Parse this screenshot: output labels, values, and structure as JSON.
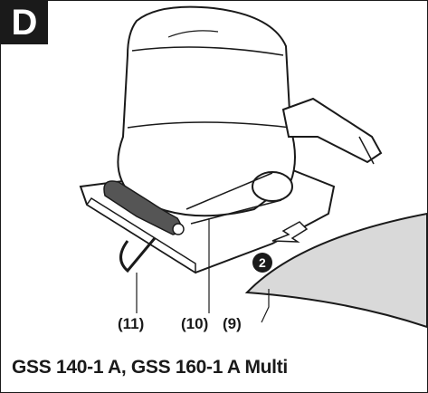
{
  "figure": {
    "badge": "D",
    "caption": "GSS 140-1 A, GSS 160-1 A Multi",
    "callouts": {
      "c11": "(11)",
      "c10": "(10)",
      "c9": "(9)"
    },
    "step_number": "2"
  },
  "colors": {
    "outline": "#1a1a1a",
    "body_fill": "#ffffff",
    "paper_fill": "#d9d9d9",
    "badge_fill": "#1a1a1a"
  }
}
